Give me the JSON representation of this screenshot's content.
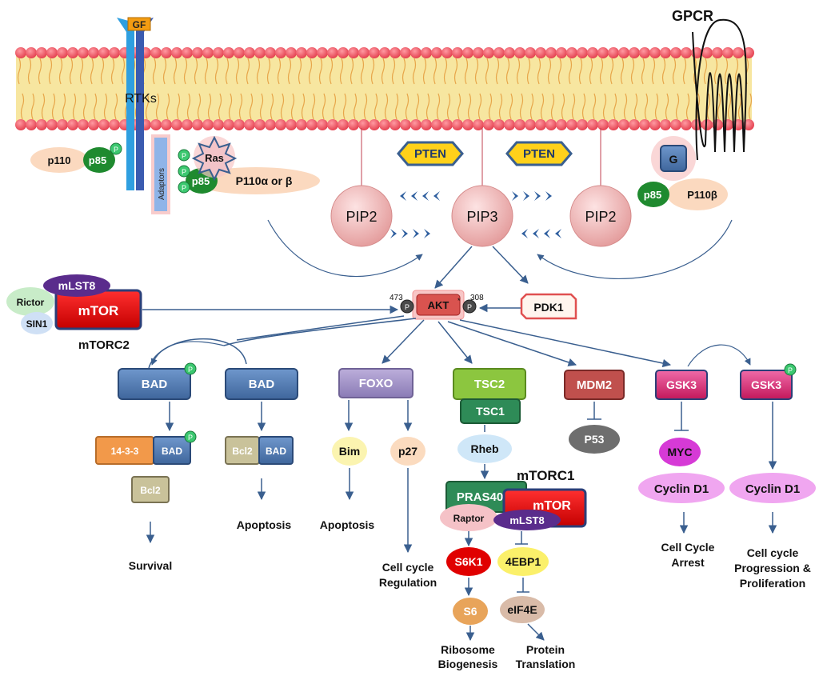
{
  "membrane": {
    "gf": "GF",
    "rtks": "RTKs",
    "gpcr": "GPCR",
    "adaptors": "Adaptors"
  },
  "receptor_complexes": {
    "p110_left": "p110",
    "p85_left": "p85",
    "ras": "Ras",
    "p85_mid": "p85",
    "p110_alpha_beta": "P110α or β",
    "g": "G",
    "p85_right": "p85",
    "p110_beta": "P110β",
    "phospho": "P"
  },
  "lipids": {
    "pten_left": "PTEN",
    "pten_right": "PTEN",
    "pip2_left": "PIP2",
    "pip3": "PIP3",
    "pip2_right": "PIP2"
  },
  "akt_hub": {
    "akt": "AKT",
    "site_473": "473",
    "site_308": "308",
    "pdk1": "PDK1"
  },
  "mtorc2": {
    "mlst8": "mLST8",
    "rictor": "Rictor",
    "mtor": "mTOR",
    "sin1": "SIN1",
    "label": "mTORC2"
  },
  "bad_branch": {
    "bad_p": "BAD",
    "bad": "BAD",
    "s1433": "14-3-3",
    "bad_in_complex": "BAD",
    "bcl2_free": "Bcl2",
    "bcl2_in_complex": "Bcl2",
    "bad_in_bcl2": "BAD",
    "survival": "Survival",
    "apoptosis": "Apoptosis"
  },
  "foxo_branch": {
    "foxo": "FOXO",
    "bim": "Bim",
    "p27": "p27",
    "apoptosis": "Apoptosis",
    "cell_cycle_regulation_1": "Cell cycle",
    "cell_cycle_regulation_2": "Regulation"
  },
  "tsc_branch": {
    "tsc2": "TSC2",
    "tsc1": "TSC1",
    "rheb": "Rheb",
    "mtorc1_label": "mTORC1",
    "pras40": "PRAS40",
    "mtor": "mTOR",
    "raptor": "Raptor",
    "mlst8": "mLST8",
    "s6k1": "S6K1",
    "ebp1": "4EBP1",
    "s6": "S6",
    "eif4e": "eIF4E",
    "ribosome_1": "Ribosome",
    "ribosome_2": "Biogenesis",
    "protein_1": "Protein",
    "protein_2": "Translation"
  },
  "mdm2_branch": {
    "mdm2": "MDM2",
    "p53": "P53"
  },
  "gsk3_branch": {
    "gsk3": "GSK3",
    "gsk3_p": "GSK3",
    "myc": "MYC",
    "cyclin_arrest": "Cyclin D1",
    "cyclin_prolif": "Cyclin D1",
    "arrest_1": "Cell Cycle",
    "arrest_2": "Arrest",
    "prolif_1": "Cell cycle",
    "prolif_2": "Progression &",
    "prolif_3": "Proliferation"
  },
  "colors": {
    "arrow": "#3a5f8f",
    "membrane_head": "#ee5a66",
    "membrane_tail": "#f7e6a0",
    "pip": "#f2b6b6",
    "pten": "#ffd11a",
    "bad_box": "#5a82b8",
    "foxo_box": "#a697c8",
    "tsc2": "#8cc63f",
    "tsc1": "#2e8b57",
    "mdm2": "#c0504d",
    "gsk3": "#d63384",
    "mtor": "#e00000",
    "phospho": "#3cc870"
  }
}
